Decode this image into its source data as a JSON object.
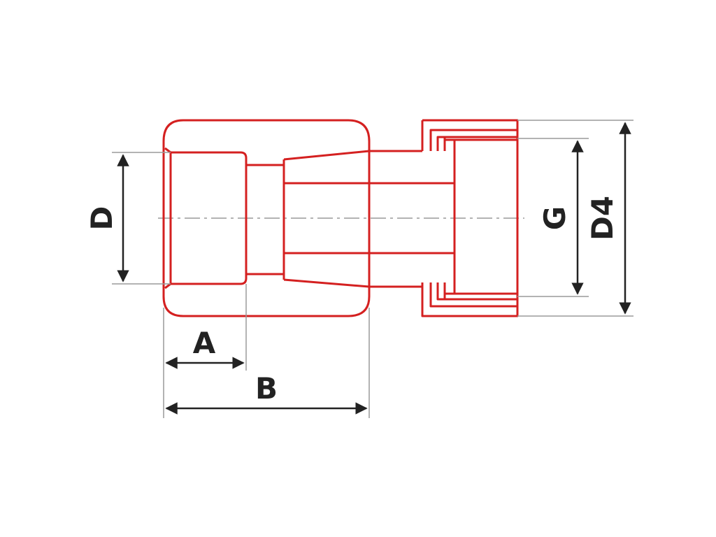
{
  "dimensions": {
    "d": "D",
    "a": "A",
    "b": "B",
    "g": "G",
    "d4": "D4"
  },
  "colors": {
    "part": "#d42020",
    "dimension": "#222222",
    "extension": "#9a9a9a",
    "centerline": "#9a9a9a",
    "background": "#ffffff"
  }
}
